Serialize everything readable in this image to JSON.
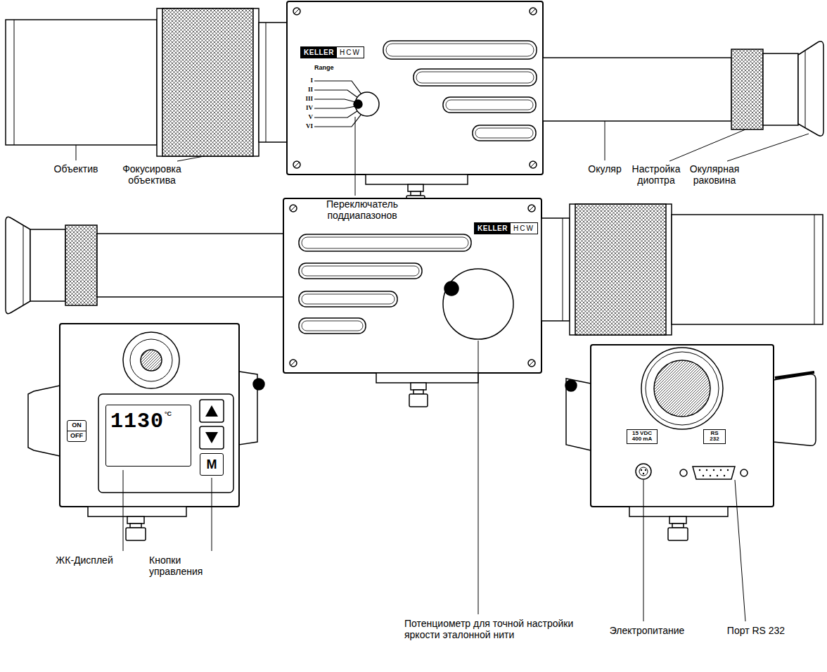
{
  "diagram": {
    "nodes": [
      {
        "text": [
          "KELLER",
          "HCW"
        ]
      },
      {
        "text": [
          "KELLER",
          "HCW"
        ]
      },
      {
        "text": [
          "ON",
          "OFF"
        ]
      },
      {
        "text": [
          "1130",
          "°C"
        ]
      },
      {
        "text": [
          "M"
        ]
      },
      {
        "text": [
          "15 VDC 400 mA"
        ]
      },
      {
        "text": [
          "RS 232"
        ]
      }
    ],
    "labels": [
      "Range",
      "I",
      "II",
      "III",
      "IV",
      "V",
      "VI",
      "Объектив",
      "Фокусировка объектива",
      "Переключатель поддиапазонов",
      "Окуляр",
      "Настройка диоптра",
      "Окулярная раковина",
      "ЖК-Дисплей",
      "Кнопки управления",
      "Потенциометр для точной настройки яркости эталонной нити",
      "Электропитание",
      "Порт RS 232"
    ]
  }
}
